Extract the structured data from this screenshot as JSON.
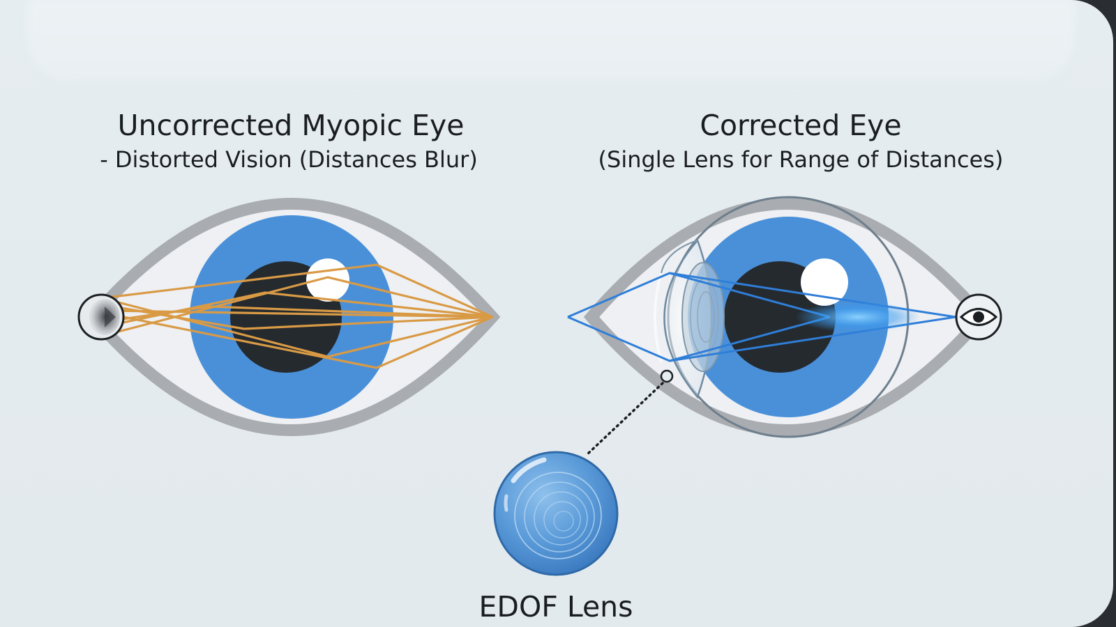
{
  "left_panel": {
    "title": "Uncorrected Myopic Eye",
    "subtitle": "- Distorted Vision (Distances Blur)"
  },
  "right_panel": {
    "title": "Corrected Eye",
    "subtitle": "(Single Lens for Range of Distances)"
  },
  "lens": {
    "label": "EDOF Lens"
  },
  "colors": {
    "iris": "#4a90d9",
    "pupil": "#252a2f",
    "sclera": "#eef1f4",
    "eyelid": "#a9adb1",
    "rays_uncorrected": "#d99a45",
    "rays_corrected": "#2f7ed8",
    "background": "#e4ebef"
  },
  "icons": {
    "left_marker": "blurred-dot-icon",
    "right_marker": "eye-icon"
  }
}
